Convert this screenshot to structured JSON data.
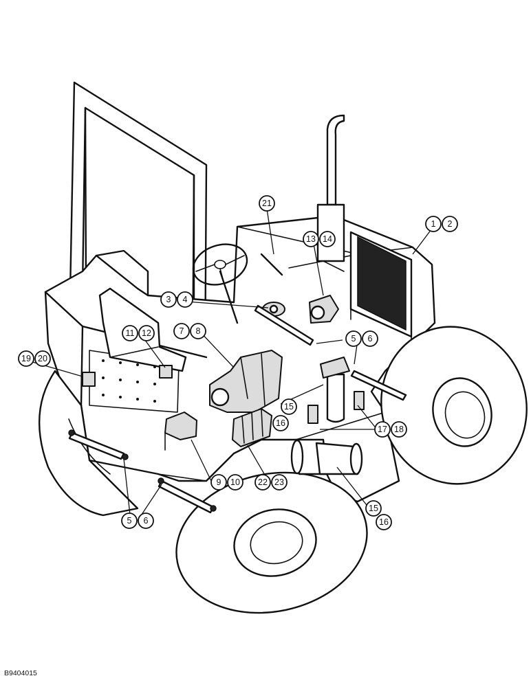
{
  "figure_id": "B9404015",
  "callouts": {
    "c1": "1",
    "c2": "2",
    "c3": "3",
    "c4": "4",
    "c5a": "5",
    "c6a": "6",
    "c5b": "5",
    "c6b": "6",
    "c7": "7",
    "c8": "8",
    "c9": "9",
    "c10": "10",
    "c11": "11",
    "c12": "12",
    "c13": "13",
    "c14": "14",
    "c15a": "15",
    "c16a": "16",
    "c15b": "15",
    "c16b": "16",
    "c17": "17",
    "c18": "18",
    "c19": "19",
    "c20": "20",
    "c21": "21",
    "c22": "22",
    "c23": "23"
  }
}
